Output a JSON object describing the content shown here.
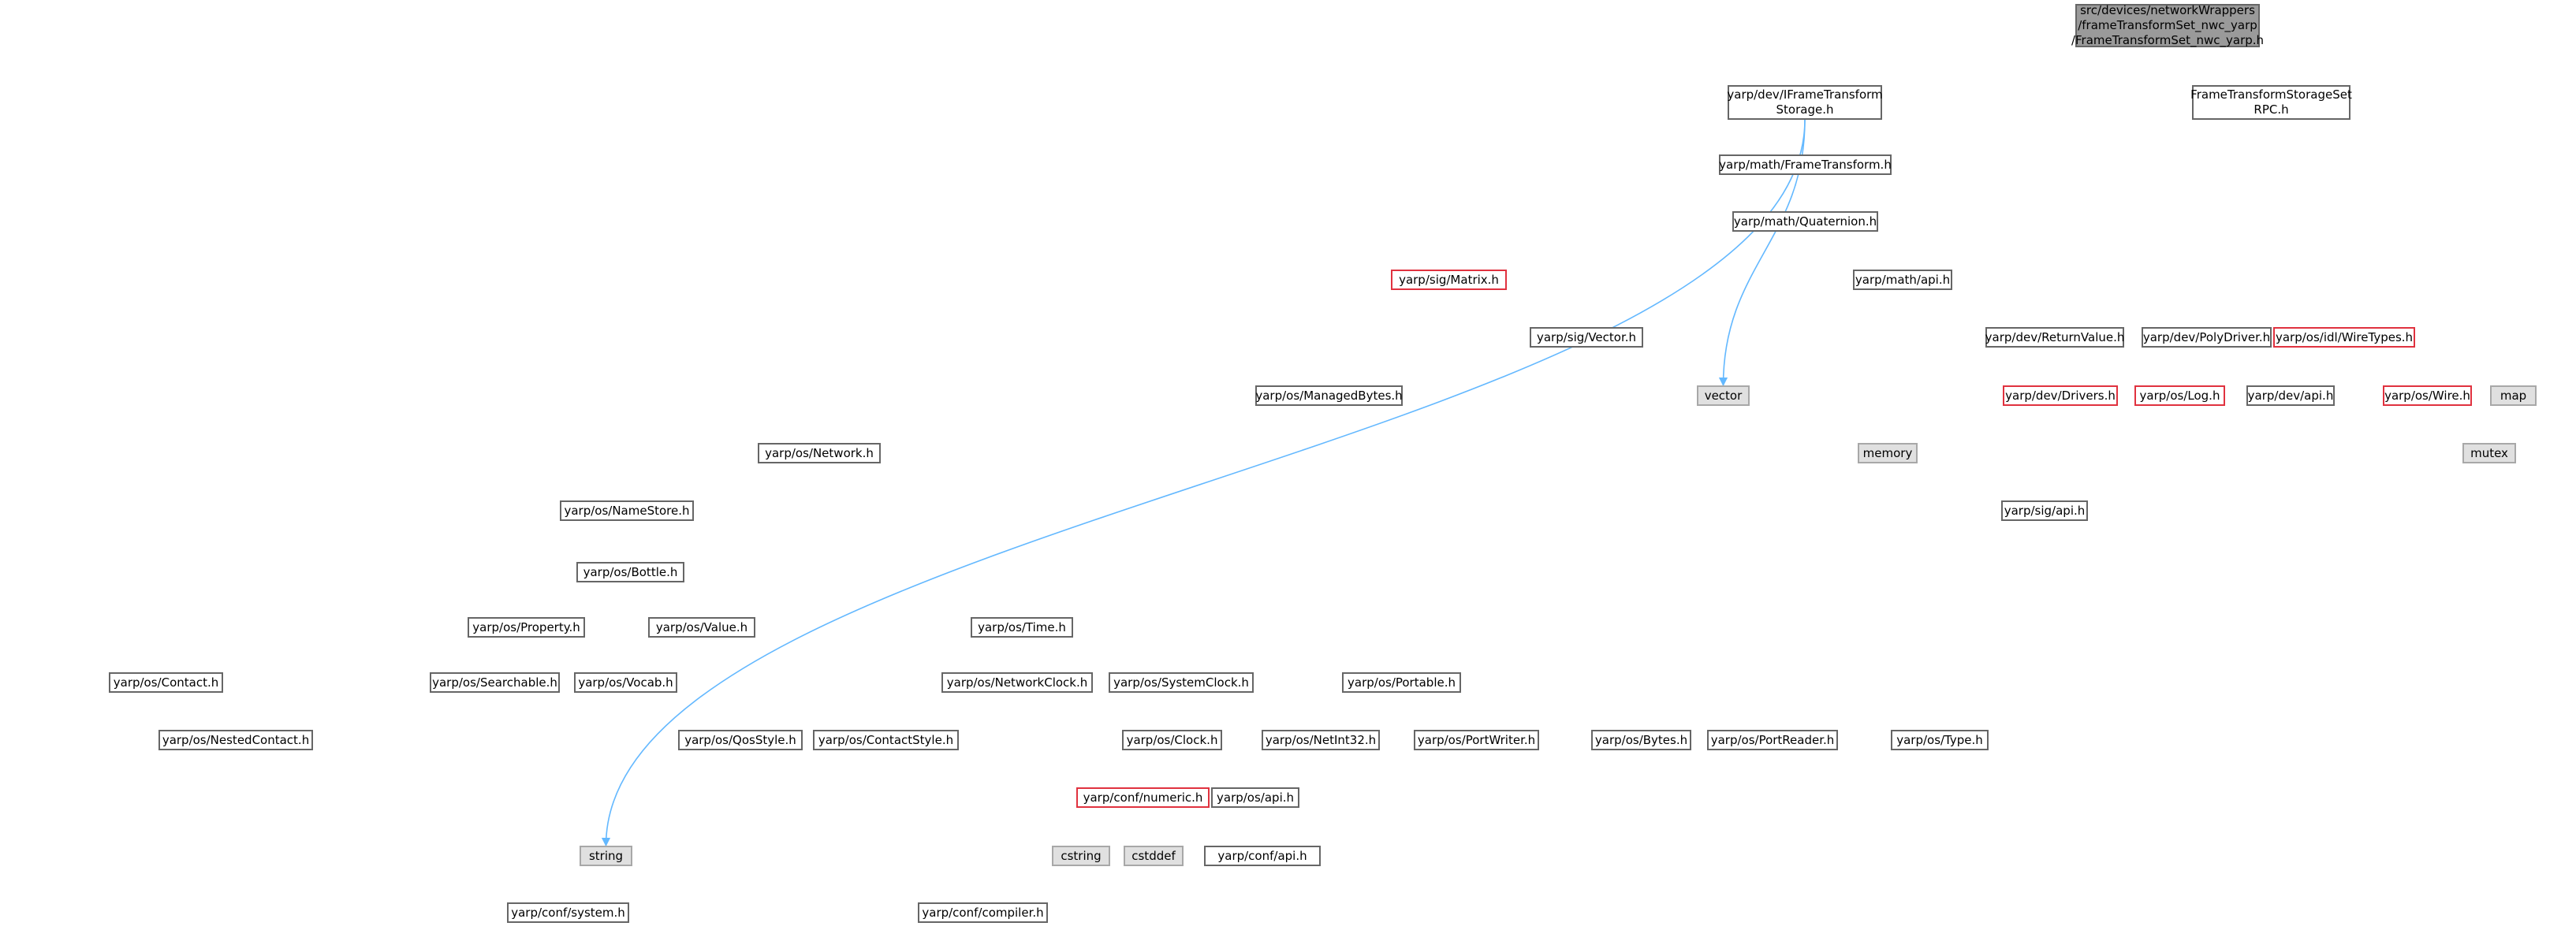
{
  "colors": {
    "edge": "#63b8ff",
    "node_border": "#666666",
    "incomplete_border": "#e0323f",
    "system_fill": "#e0e0e0",
    "root_fill": "#9a9a9a"
  },
  "nodes": {
    "root": "src/devices/networkWrappers\n/frameTransformSet_nwc_yarp\n/FrameTransformSet_nwc_yarp.h",
    "iframetransformstorage": "yarp/dev/IFrameTransform\nStorage.h",
    "frametransformstoragesetrpc": "FrameTransformStorageSet\nRPC.h",
    "math_frametransform": "yarp/math/FrameTransform.h",
    "math_quaternion": "yarp/math/Quaternion.h",
    "math_api": "yarp/math/api.h",
    "sig_matrix": "yarp/sig/Matrix.h",
    "sig_vector": "yarp/sig/Vector.h",
    "dev_returnvalue": "yarp/dev/ReturnValue.h",
    "dev_polydriver": "yarp/dev/PolyDriver.h",
    "idl_wiretypes": "yarp/os/idl/WireTypes.h",
    "os_managedbytes": "yarp/os/ManagedBytes.h",
    "vector": "vector",
    "dev_drivers": "yarp/dev/Drivers.h",
    "os_log": "yarp/os/Log.h",
    "dev_api": "yarp/dev/api.h",
    "os_wire": "yarp/os/Wire.h",
    "map": "map",
    "memory": "memory",
    "mutex": "mutex",
    "os_network": "yarp/os/Network.h",
    "os_namestore": "yarp/os/NameStore.h",
    "sig_api": "yarp/sig/api.h",
    "os_bottle": "yarp/os/Bottle.h",
    "os_property": "yarp/os/Property.h",
    "os_value": "yarp/os/Value.h",
    "os_time": "yarp/os/Time.h",
    "os_portable": "yarp/os/Portable.h",
    "os_contact": "yarp/os/Contact.h",
    "os_searchable": "yarp/os/Searchable.h",
    "os_vocab": "yarp/os/Vocab.h",
    "os_networkclock": "yarp/os/NetworkClock.h",
    "os_systemclock": "yarp/os/SystemClock.h",
    "os_nestedcontact": "yarp/os/NestedContact.h",
    "os_qosstyle": "yarp/os/QosStyle.h",
    "os_contactstyle": "yarp/os/ContactStyle.h",
    "os_clock": "yarp/os/Clock.h",
    "os_netint32": "yarp/os/NetInt32.h",
    "os_portwriter": "yarp/os/PortWriter.h",
    "os_bytes": "yarp/os/Bytes.h",
    "os_portreader": "yarp/os/PortReader.h",
    "os_type": "yarp/os/Type.h",
    "conf_numeric": "yarp/conf/numeric.h",
    "os_api": "yarp/os/api.h",
    "string": "string",
    "cstring": "cstring",
    "cstddef": "cstddef",
    "conf_api": "yarp/conf/api.h",
    "conf_system": "yarp/conf/system.h",
    "conf_compiler": "yarp/conf/compiler.h"
  }
}
